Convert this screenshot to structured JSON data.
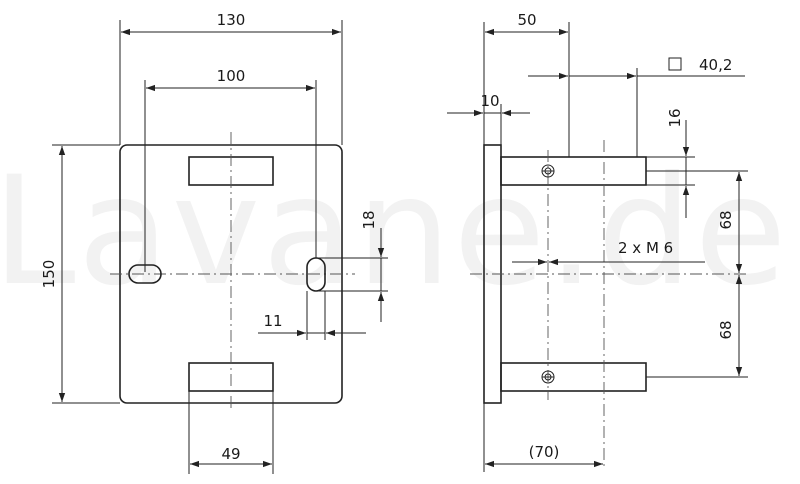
{
  "watermark": "Lavane.de",
  "front_view": {
    "dimensions": {
      "width": "130",
      "hole_spacing": "100",
      "height": "150",
      "slot_length": "18",
      "slot_width": "11",
      "tab_width": "49"
    }
  },
  "side_view": {
    "dimensions": {
      "depth": "50",
      "square_tube": "40,2",
      "plate_thickness": "10",
      "tab_thickness": "16",
      "upper_offset": "68",
      "lower_offset": "68",
      "overall_depth": "(70)"
    },
    "thread_note": "2 x M 6"
  }
}
